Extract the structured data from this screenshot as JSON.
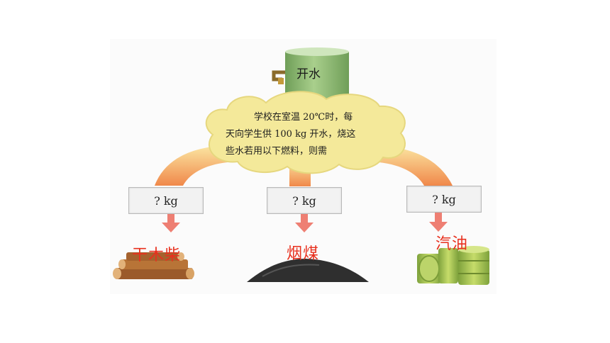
{
  "tank": {
    "label": "开水"
  },
  "cloud": {
    "lines": [
      "学校在室温 20℃时，每",
      "天向学生供 100 kg 开水，烧这",
      "些水若用以下燃料，则需"
    ]
  },
  "boxes": [
    "? kg",
    "? kg",
    "? kg"
  ],
  "fuels": [
    "干木柴",
    "烟煤",
    "汽油"
  ],
  "colors": {
    "cloud": "#f4e99a",
    "arrow_top": "#f8d27a",
    "arrow_bottom": "#f08a4a",
    "down_arrow": "#ee7f73",
    "fuel_text": "#e8301e",
    "tank": "#8fba72"
  }
}
